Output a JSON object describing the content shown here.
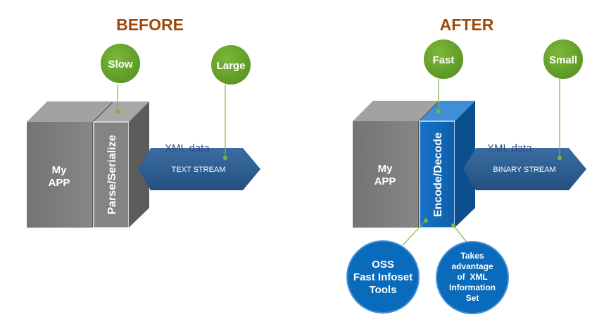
{
  "before": {
    "heading": "BEFORE",
    "speed_badge": "Slow",
    "size_badge": "Large",
    "app_label": [
      "My",
      "APP"
    ],
    "processor_label": "Parse/Serialize",
    "data_label": "XML data",
    "stream_label": "TEXT STREAM"
  },
  "after": {
    "heading": "AFTER",
    "speed_badge": "Fast",
    "size_badge": "Small",
    "app_label": [
      "My",
      "APP"
    ],
    "processor_label": "Encode/Decode",
    "data_label": "XML data",
    "stream_label": "BINARY  STREAM",
    "tools_callout": [
      "OSS",
      "Fast Infoset",
      "Tools"
    ],
    "infoset_callout": [
      "Takes",
      "advantage",
      "of  XML",
      "Information",
      "Set"
    ]
  },
  "colors": {
    "heading": "#9c4a0c",
    "green_badge": "#6aa22e",
    "green_line": "#7db340",
    "app_gray": "#7b7b7b",
    "encoder_blue": "#1668b8",
    "arrow_blue": "#2e5c8e",
    "callout_blue": "#0a6abb"
  }
}
